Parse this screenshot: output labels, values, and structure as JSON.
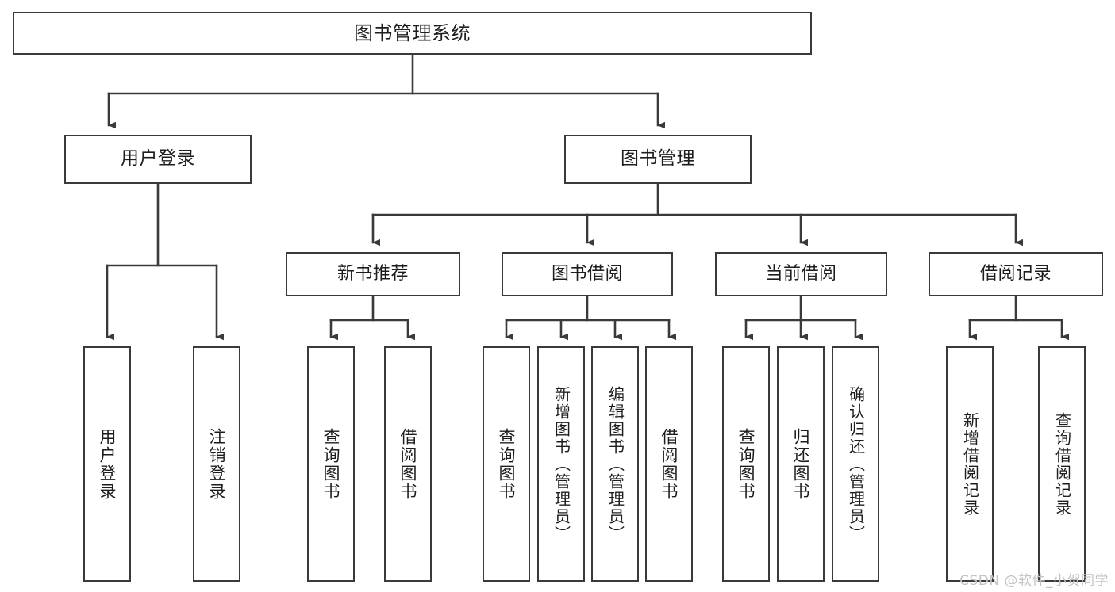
{
  "diagram": {
    "type": "tree-hierarchy",
    "title": "图书管理系统",
    "background_color": "#ffffff",
    "border_color": "#3a3a3a",
    "text_color": "#1d1d1d",
    "root": {
      "label": "图书管理系统"
    },
    "level2": [
      {
        "label": "用户登录"
      },
      {
        "label": "图书管理"
      }
    ],
    "level3": [
      {
        "label": "新书推荐"
      },
      {
        "label": "图书借阅"
      },
      {
        "label": "当前借阅"
      },
      {
        "label": "借阅记录"
      }
    ],
    "leaves": {
      "user_login": [
        {
          "label": "用户登录"
        },
        {
          "label": "注销登录"
        }
      ],
      "new_book": [
        {
          "label": "查询图书"
        },
        {
          "label": "借阅图书"
        }
      ],
      "book_borrow": [
        {
          "label": "查询图书"
        },
        {
          "label": "新增图书（管理员）"
        },
        {
          "label": "编辑图书（管理员）"
        },
        {
          "label": "借阅图书"
        }
      ],
      "current_borrow": [
        {
          "label": "查询图书"
        },
        {
          "label": "归还图书"
        },
        {
          "label": "确认归还（管理员）"
        }
      ],
      "borrow_record": [
        {
          "label": "新增借阅记录"
        },
        {
          "label": "查询借阅记录"
        }
      ]
    }
  },
  "watermark": {
    "text": "CSDN @软件_小贺同学",
    "color": "#c2c2c2"
  }
}
